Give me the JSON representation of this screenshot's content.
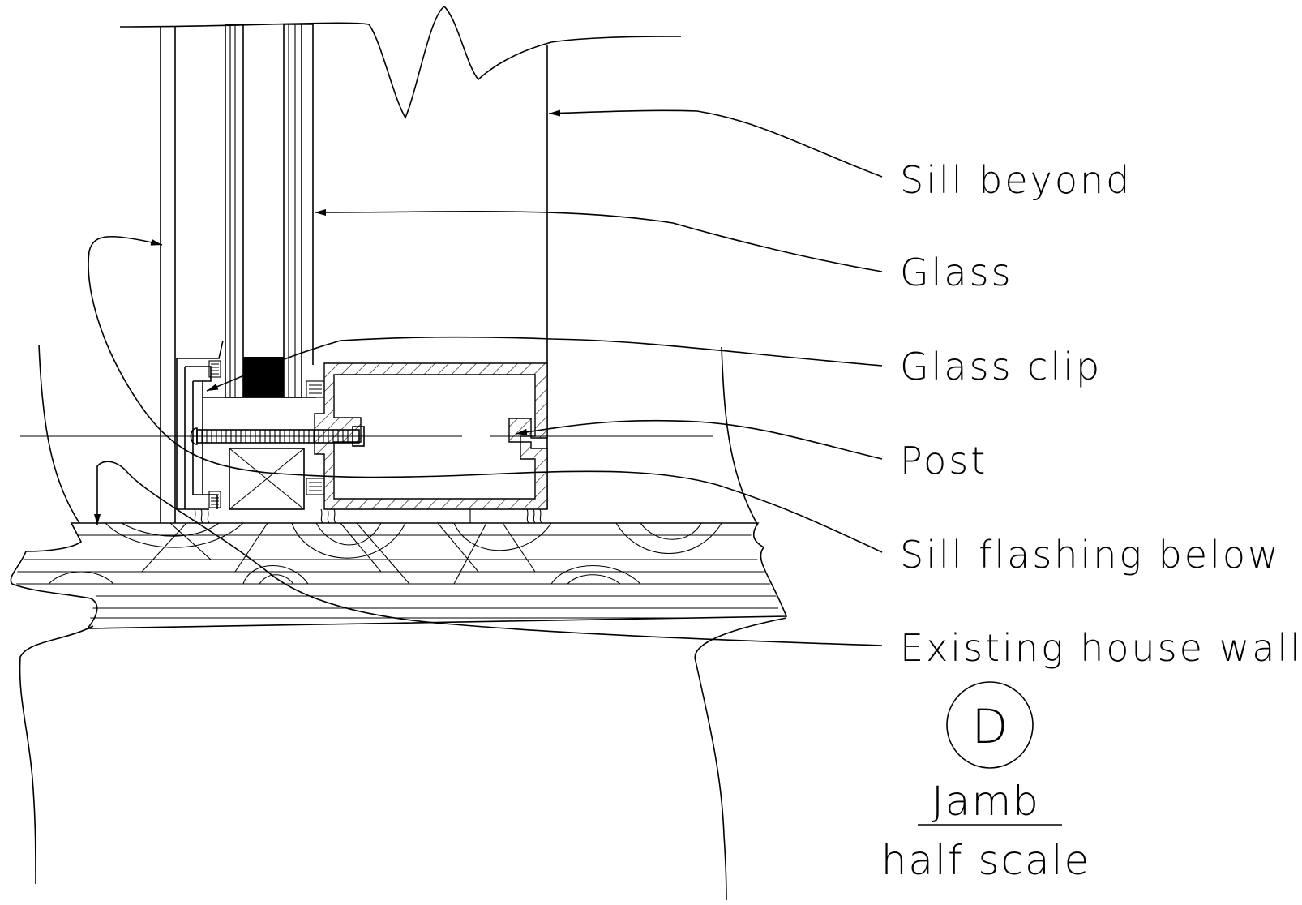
{
  "labels": {
    "sill_beyond": "Sill beyond",
    "glass": "Glass",
    "glass_clip": "Glass clip",
    "post": "Post",
    "sill_flashing_below": "Sill flashing below",
    "existing_house_wall": "Existing house wall"
  },
  "detail": {
    "marker": "D",
    "title": "Jamb",
    "scale": "half scale"
  },
  "colors": {
    "line": "#000000",
    "background": "#ffffff"
  }
}
